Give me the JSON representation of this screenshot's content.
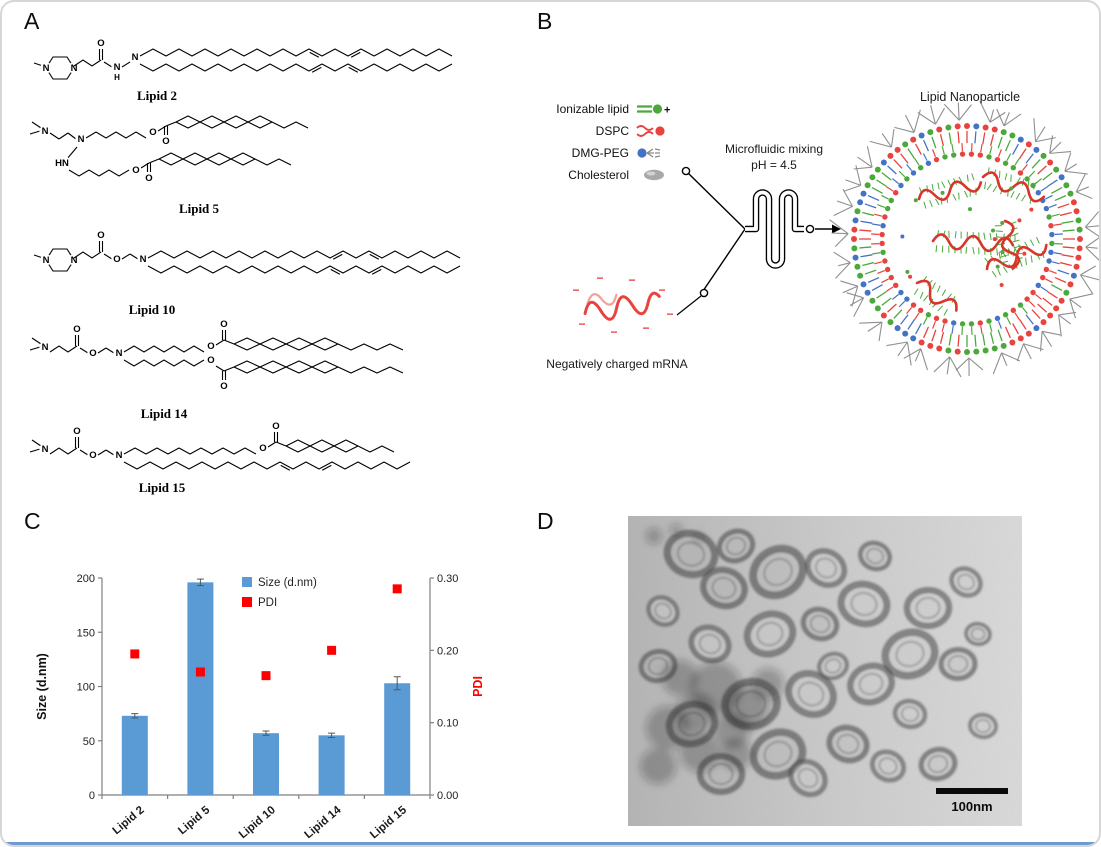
{
  "figure": {
    "panel_a": {
      "label": "A",
      "lipids": [
        {
          "name": "Lipid 2"
        },
        {
          "name": "Lipid 5"
        },
        {
          "name": "Lipid 10"
        },
        {
          "name": "Lipid 14"
        },
        {
          "name": "Lipid 15"
        }
      ]
    },
    "panel_b": {
      "label": "B",
      "legend": [
        {
          "name": "Ionizable lipid",
          "color": "#4ba93c"
        },
        {
          "name": "DSPC",
          "color": "#e8433e"
        },
        {
          "name": "DMG-PEG",
          "color": "#4472c4"
        },
        {
          "name": "Cholesterol",
          "color": "#a8a8a8"
        }
      ],
      "plus": "+",
      "minus": "−",
      "mixing_line1": "Microfluidic mixing",
      "mixing_line2": "pH = 4.5",
      "mrna_label": "Negatively charged mRNA",
      "nanoparticle_label": "Lipid Nanoparticle"
    },
    "panel_c": {
      "label": "C"
    },
    "panel_d": {
      "label": "D",
      "scale_bar_label": "100nm"
    }
  },
  "chart_data": {
    "type": "bar",
    "categories": [
      "Lipid 2",
      "Lipid 5",
      "Lipid 10",
      "Lipid 14",
      "Lipid 15"
    ],
    "series": [
      {
        "name": "Size (d.nm)",
        "plot": "bar",
        "axis": "left",
        "color": "#5b9bd5",
        "values": [
          73,
          196,
          57,
          55,
          103
        ],
        "errors": [
          2,
          3,
          2,
          2,
          6
        ]
      },
      {
        "name": "PDI",
        "plot": "point",
        "axis": "right",
        "color": "#ff0000",
        "values": [
          0.195,
          0.17,
          0.165,
          0.2,
          0.285
        ]
      }
    ],
    "left_axis": {
      "label": "Size (d.nm)",
      "min": 0,
      "max": 200,
      "ticks": [
        0,
        50,
        100,
        150,
        200
      ]
    },
    "right_axis": {
      "label": "PDI",
      "min": 0,
      "max": 0.3,
      "ticks": [
        0,
        0.1,
        0.2,
        0.3
      ]
    },
    "grid": false,
    "legend_position": "top-center"
  }
}
